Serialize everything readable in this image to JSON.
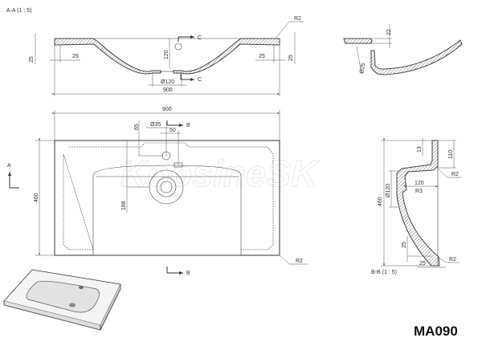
{
  "model": "MA090",
  "watermark": "KoosineSK",
  "section_aa": {
    "label": "A-A  (1 : 5)",
    "width": "900",
    "rim_left": "25",
    "rim_right": "25",
    "thick_left": "25",
    "thick_right": "25",
    "depth": "120",
    "drain": "Ø120",
    "radius": "R2",
    "cut_top": "C",
    "cut_bottom": "C"
  },
  "section_c": {
    "thickness": "22",
    "overflow": "Ø25"
  },
  "plan_view": {
    "width": "900",
    "depth": "460",
    "tap_hole": "Ø35",
    "tap_offset": "50",
    "tap_from_back": "65",
    "drain_from_back": "188",
    "radius": "R2",
    "cut_top": "B",
    "cut_bottom": "B",
    "view_arrow": "A"
  },
  "section_bb": {
    "label": "B-B  (1 : 5)",
    "height": "460",
    "top_thickness": "13",
    "top_depth": "110",
    "radius_top": "R2",
    "drain": "Ø120",
    "drain_width": "120",
    "radius_inner": "R3",
    "bottom_height": "25",
    "bottom_width": "25",
    "radius_bottom": "R2"
  }
}
